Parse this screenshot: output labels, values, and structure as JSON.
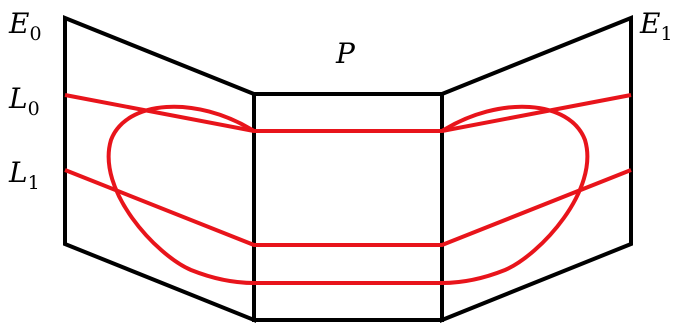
{
  "labels": {
    "E0": {
      "main": "E",
      "sub": "0"
    },
    "E1": {
      "main": "E",
      "sub": "1"
    },
    "L0": {
      "main": "L",
      "sub": "0"
    },
    "L1": {
      "main": "L",
      "sub": "1"
    },
    "P": {
      "main": "P"
    }
  },
  "colors": {
    "frame": "#000000",
    "curves": "#e8141b",
    "background": "#ffffff"
  }
}
